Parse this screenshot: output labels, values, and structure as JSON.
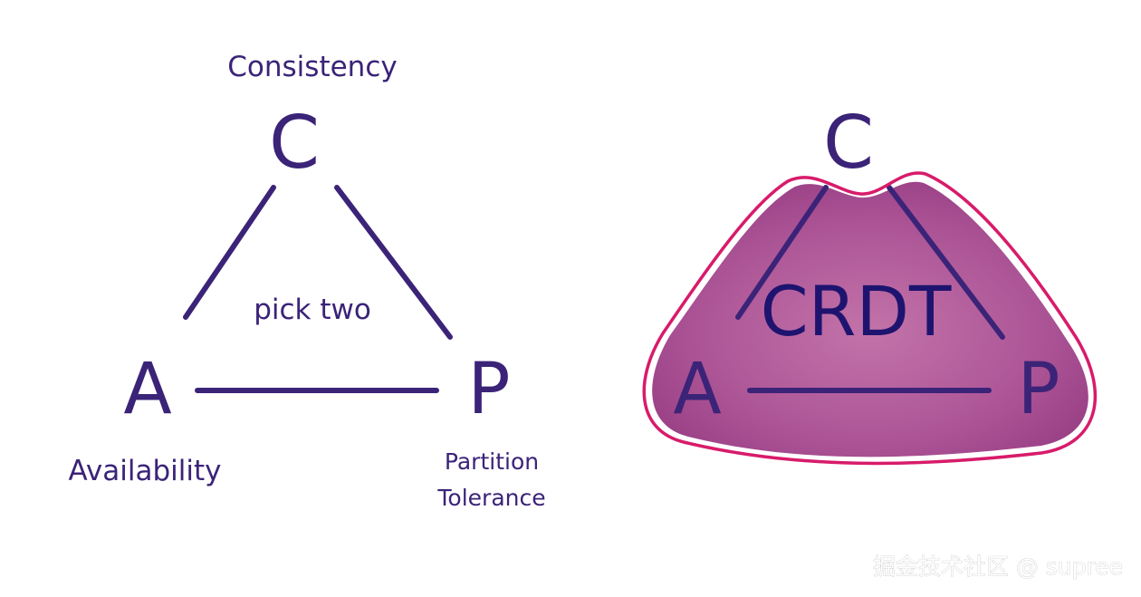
{
  "left_diagram": {
    "vertex_c": "C",
    "vertex_a": "A",
    "vertex_p": "P",
    "label_c": "Consistency",
    "label_a": "Availability",
    "label_p_line1": "Partition",
    "label_p_line2": "Tolerance",
    "center_text": "pick two"
  },
  "right_diagram": {
    "vertex_c": "C",
    "vertex_a": "A",
    "vertex_p": "P",
    "blob_label": "CRDT"
  },
  "watermark": "掘金技术社区 @ supree",
  "colors": {
    "ink": "#3b2378",
    "blob_fill": "#a0307f",
    "blob_outline": "#d81b6a"
  }
}
